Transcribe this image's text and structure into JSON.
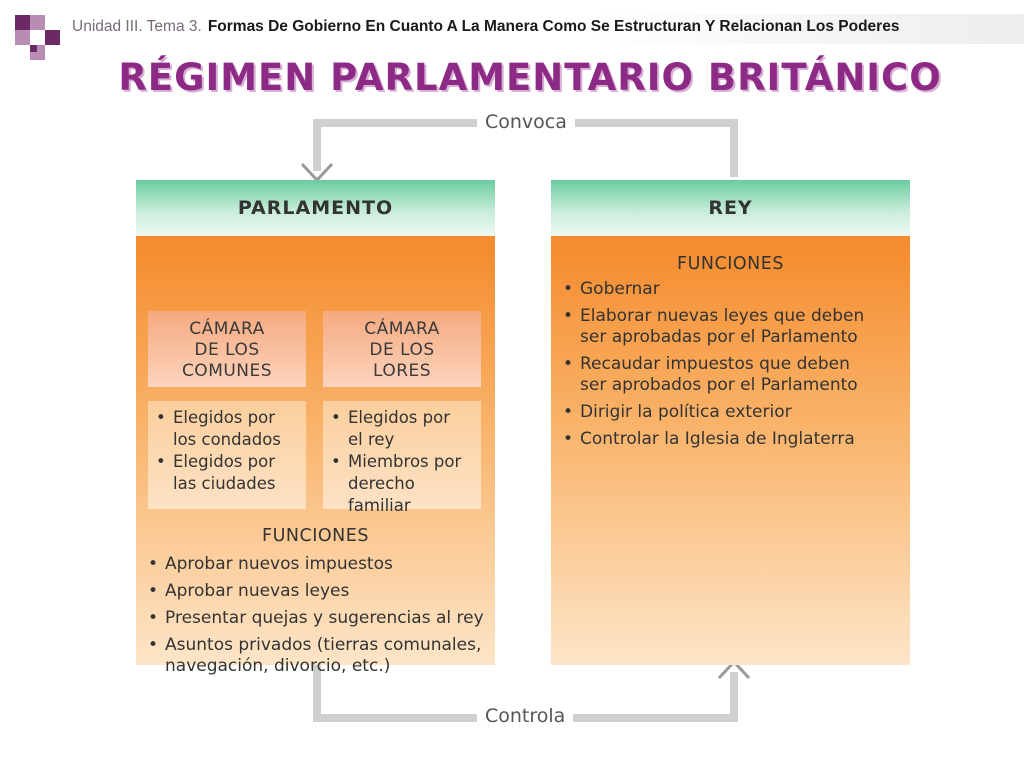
{
  "header": {
    "unit": "Unidad III. Tema 3.",
    "topic": "Formas De Gobierno En Cuanto A La Manera Como Se Estructuran Y Relacionan Los Poderes"
  },
  "title": "RÉGIMEN PARLAMENTARIO BRITÁNICO",
  "connectors": {
    "top": "Convoca",
    "bottom": "Controla"
  },
  "parlamento": {
    "title": "PARLAMENTO",
    "comunes": {
      "title_lines": [
        "CÁMARA",
        "DE LOS",
        "COMUNES"
      ],
      "items": [
        [
          "Elegidos por",
          "los condados"
        ],
        [
          "Elegidos por",
          "las ciudades"
        ]
      ]
    },
    "lores": {
      "title_lines": [
        "CÁMARA",
        "DE LOS",
        "LORES"
      ],
      "items": [
        [
          "Elegidos por",
          "el rey"
        ],
        [
          "Miembros por",
          "derecho familiar"
        ]
      ]
    },
    "funciones_title": "FUNCIONES",
    "funciones": [
      [
        "Aprobar nuevos impuestos"
      ],
      [
        "Aprobar nuevas leyes"
      ],
      [
        "Presentar quejas y sugerencias al rey"
      ],
      [
        "Asuntos privados (tierras comunales,",
        "navegación, divorcio, etc.)"
      ]
    ]
  },
  "rey": {
    "title": "REY",
    "funciones_title": "FUNCIONES",
    "funciones": [
      [
        "Gobernar"
      ],
      [
        "Elaborar nuevas leyes que deben",
        "ser aprobadas por el Parlamento"
      ],
      [
        "Recaudar impuestos que deben",
        "ser aprobados por el Parlamento"
      ],
      [
        "Dirigir la política exterior"
      ],
      [
        "Controlar la Iglesia de Inglaterra"
      ]
    ]
  },
  "colors": {
    "title": "#8c2a86",
    "panel_header": "#6ccaa0",
    "panel_body": "#f58a2c",
    "connector": "#cfcfcf"
  }
}
